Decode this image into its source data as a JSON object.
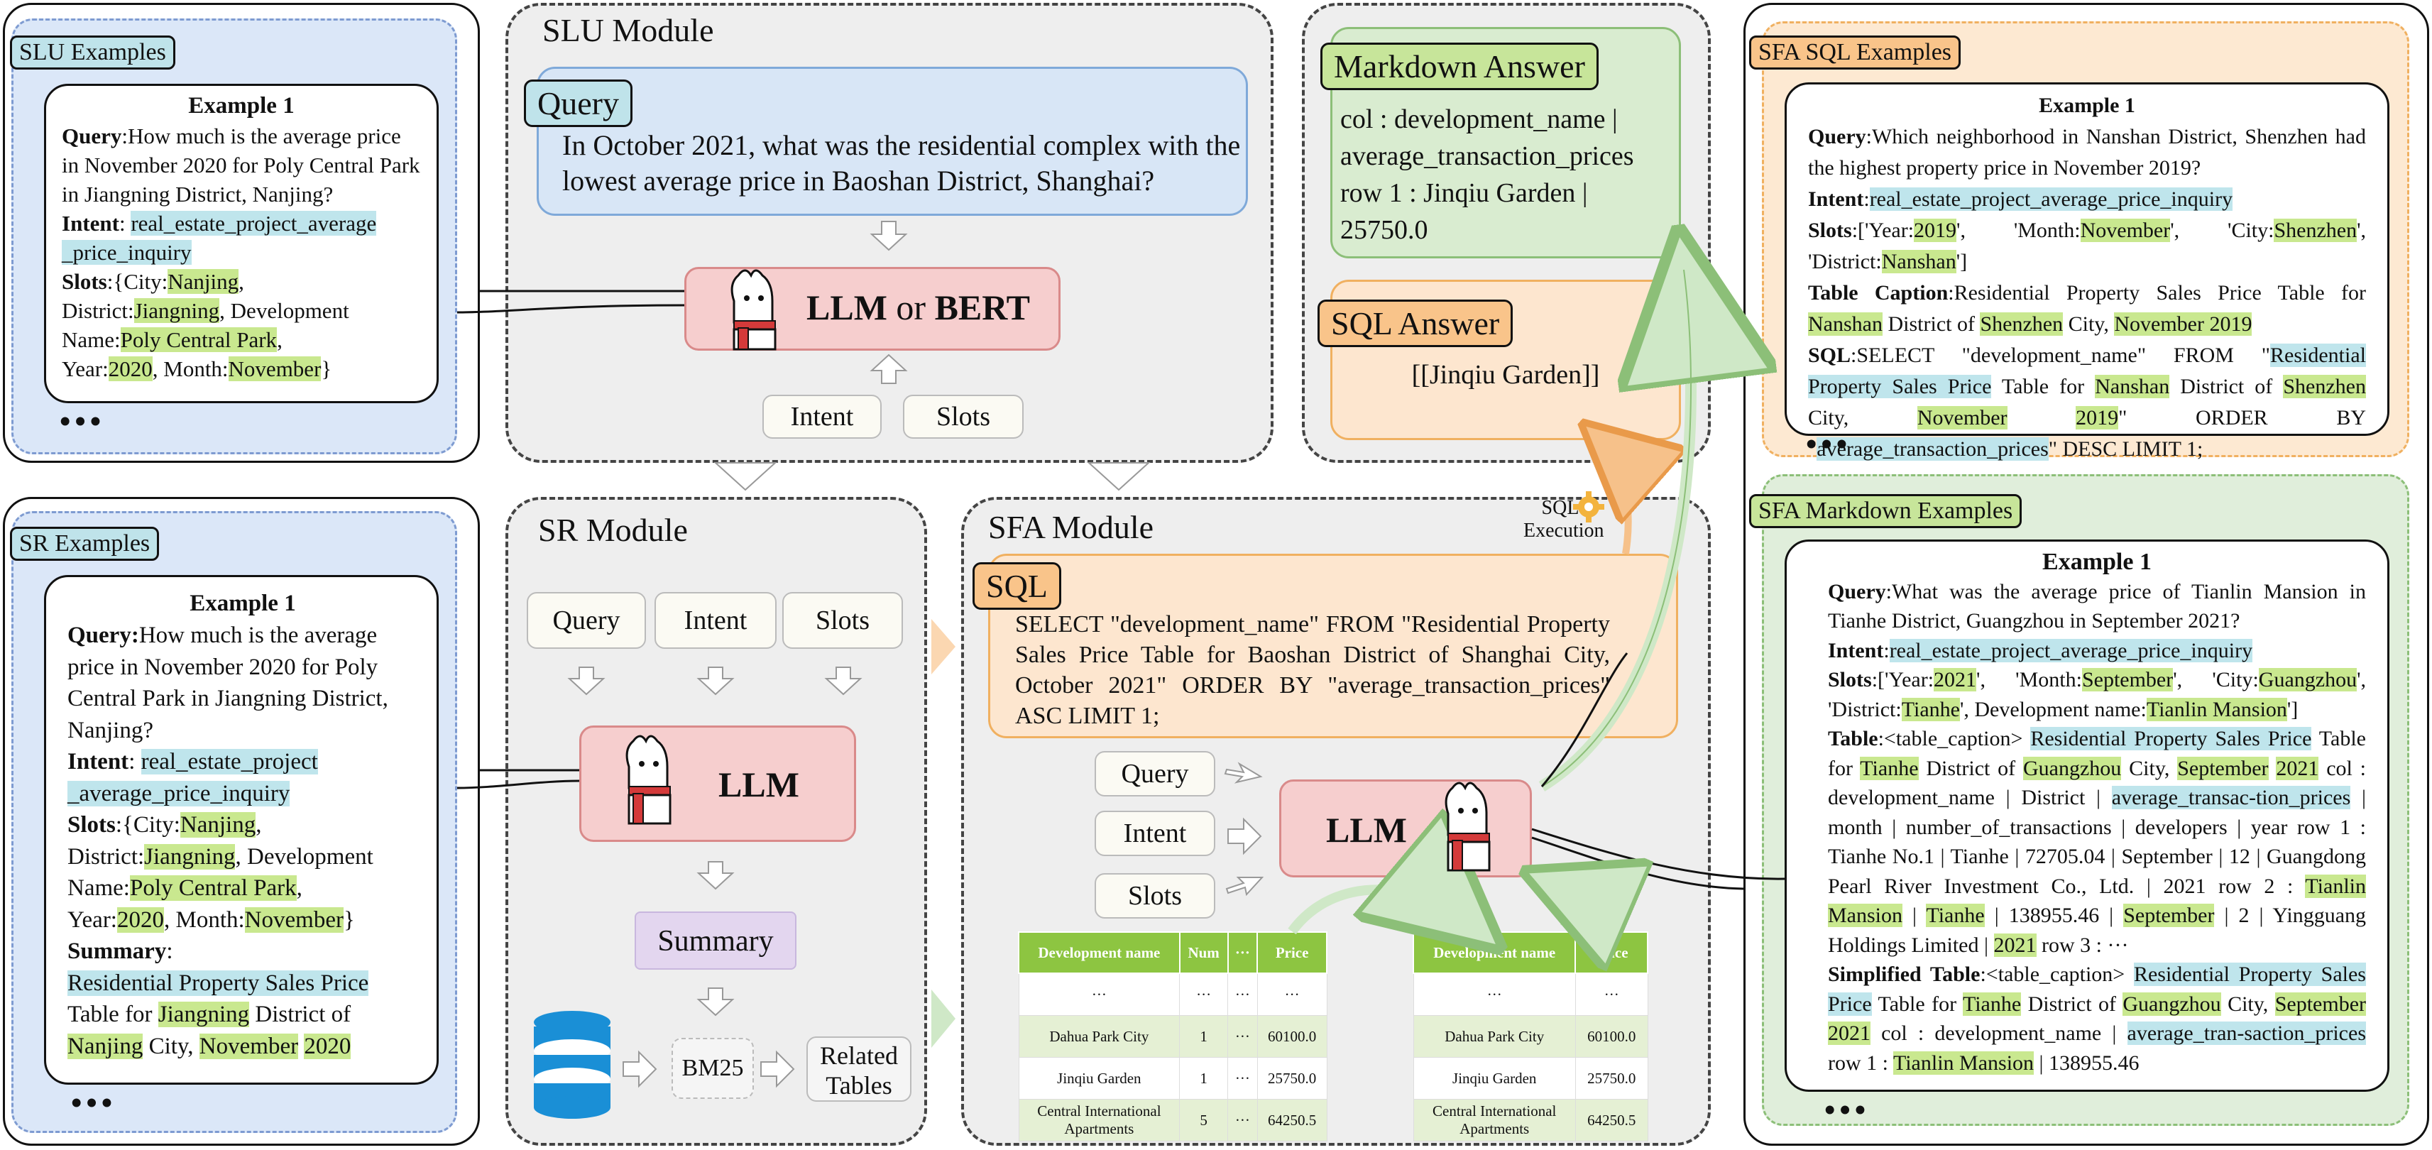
{
  "slu_examples": {
    "tag": "SLU Examples",
    "example_title": "Example 1",
    "query_label": "Query",
    "query_text": ":How much is the average price in November 2020 for Poly Central Park in Jiangning District, Nanjing?",
    "intent_label": "Intent",
    "intent_sep": ": ",
    "intent_value_1": "real_estate_project_average",
    "intent_value_2": "_price_inquiry",
    "slots_label": "Slots",
    "slots_open": ":{City:",
    "city": "Nanjing",
    "district_key": "District:",
    "district": "Jiangning",
    "dev_key": ", Development Name:",
    "dev": "Poly Central Park",
    "year_key": "Year:",
    "year": "2020",
    "month_key": ", Month:",
    "month": "November",
    "close": "}",
    "dots": "•••"
  },
  "sr_examples": {
    "tag": "SR Examples",
    "example_title": "Example 1",
    "query_label": "Query:",
    "query_text": "How much is the average price in November 2020 for Poly Central Park in Jiangning District, Nanjing?",
    "intent_label": "Intent",
    "intent_sep": ": ",
    "intent_value_1": "real_estate_project",
    "intent_value_2": "_average_price_inquiry",
    "slots_label": "Slots",
    "slots_open": ":{City:",
    "city": "Nanjing",
    "district_key": "District:",
    "district": "Jiangning",
    "dev_key": ", Development Name:",
    "dev": "Poly Central Park",
    "year_key": "Year:",
    "year": "2020",
    "month_key": ", Month:",
    "month": "November",
    "close": "}",
    "summary_label": "Summary",
    "summary_colon": ":",
    "summary_hl": "Residential Property Sales Price",
    "summary_t1": "Table for ",
    "summary_district": "Jiangning",
    "summary_t2": " District of",
    "summary_city": "Nanjing",
    "summary_t3": " City, ",
    "summary_month": "November",
    "summary_year": "2020",
    "dots": "•••"
  },
  "slu_module": {
    "title": "SLU Module",
    "query_tag": "Query",
    "query_text": "In October 2021, what was the residential complex with the lowest average price in Baoshan District, Shanghai?",
    "llm_part1": "LLM",
    "llm_or": " or ",
    "llm_part2": "BERT",
    "intent": "Intent",
    "slots": "Slots"
  },
  "sr_module": {
    "title": "SR Module",
    "query": "Query",
    "intent": "Intent",
    "slots": "Slots",
    "llm": "LLM",
    "summary": "Summary",
    "bm25": "BM25",
    "related_tables": "Related Tables"
  },
  "sfa_module": {
    "title": "SFA Module",
    "sql_tag": "SQL",
    "sql_text": "SELECT \"development_name\" FROM \"Residential Property Sales Price Table for Baoshan District of Shanghai City, October 2021\" ORDER BY \"average_transaction_prices\" ASC LIMIT 1;",
    "sql_execution": "SQL Execution",
    "query": "Query",
    "intent": "Intent",
    "slots": "Slots",
    "llm": "LLM",
    "table1": {
      "headers": [
        "Development name",
        "Num",
        "···",
        "Price"
      ],
      "rows": [
        [
          "···",
          "···",
          "···",
          "···"
        ],
        [
          "Dahua Park City",
          "1",
          "···",
          "60100.0"
        ],
        [
          "Jinqiu Garden",
          "1",
          "···",
          "25750.0"
        ],
        [
          "Central International Apartments",
          "5",
          "···",
          "64250.5"
        ]
      ]
    },
    "table2": {
      "headers": [
        "Development name",
        "Price"
      ],
      "rows": [
        [
          "···",
          "···"
        ],
        [
          "Dahua Park City",
          "60100.0"
        ],
        [
          "Jinqiu Garden",
          "25750.0"
        ],
        [
          "Central International Apartments",
          "64250.5"
        ]
      ]
    }
  },
  "answers": {
    "md_tag": "Markdown Answer",
    "md_text": "col : development_name | average_transaction_prices row 1 : Jinqiu Garden | 25750.0",
    "sql_tag": "SQL Answer",
    "sql_text": "[[Jinqiu Garden]]"
  },
  "sfa_sql_examples": {
    "tag": "SFA SQL Examples",
    "example_title": "Example 1",
    "query_label": "Query",
    "query_text": ":Which neighborhood in Nanshan District, Shenzhen had the highest property price in November 2019?",
    "intent_label": "Intent",
    "intent_colon": ":",
    "intent_value": "real_estate_project_average_price_inquiry",
    "slots_label": "Slots",
    "slots_1": ":['Year:",
    "year": "2019",
    "slots_2": "', 'Month:",
    "month": "November",
    "slots_3": "', 'City:",
    "city": "Shenzhen",
    "slots_4": "', 'District:",
    "district": "Nanshan",
    "slots_5": "']",
    "caption_label": "Table Caption",
    "caption_1": ":Residential Property Sales Price Table for ",
    "caption_district": "Nanshan",
    "caption_2": " District of ",
    "caption_city": "Shenzhen",
    "caption_3": " City, ",
    "caption_month_year": "November 2019",
    "sql_label": "SQL",
    "sql_1": ":SELECT \"development_name\" FROM \"",
    "sql_hl": "Residential Property Sales Price",
    "sql_2": " Table for ",
    "sql_district": "Nanshan",
    "sql_3": " District of ",
    "sql_city": "Shenzhen",
    "sql_4": " City, ",
    "sql_month": "November",
    "sql_5": " ",
    "sql_year": "2019",
    "sql_6": "\" ORDER BY \"",
    "sql_col": "average_transaction_prices",
    "sql_7": "\" DESC LIMIT 1;",
    "dots": "•••"
  },
  "sfa_md_examples": {
    "tag": "SFA Markdown Examples",
    "example_title": "Example 1",
    "query_label": "Query",
    "query_text": ":What was the average price of Tianlin Mansion in Tianhe District, Guangzhou in September 2021?",
    "intent_label": "Intent",
    "intent_colon": ":",
    "intent_value": "real_estate_project_average_price_inquiry",
    "slots_label": "Slots",
    "slots_1": ":['Year:",
    "year": "2021",
    "slots_2": "', 'Month:",
    "month": "September",
    "slots_3": "', 'City:",
    "city": "Guangzhou",
    "slots_4": "', 'District:",
    "district": "Tianhe",
    "slots_5": "', Development name:",
    "dev": "Tianlin Mansion",
    "slots_6": "']",
    "table_label": "Table",
    "table_1": ":<table_caption> ",
    "table_hl": "Residential Property Sales Price",
    "table_2": " Table for ",
    "table_district": "Tianhe",
    "table_3": " District of ",
    "table_city": "Guangzhou",
    "table_4": " City, ",
    "table_month": "September",
    "table_5": " ",
    "table_year": "2021",
    "table_6": " col : development_name | District | ",
    "table_col": "average_transac-tion_prices",
    "table_7": " | month | number_of_transactions | developers | year row 1 : Tianhe No.1 | Tianhe | 72705.04 | September | 12 | Guangdong Pearl River Investment Co., Ltd. | 2021 row 2 : ",
    "table_dev": "Tianlin Mansion",
    "table_8": " | ",
    "table_district2": "Tianhe",
    "table_9": " | 138955.46 | ",
    "table_month2": "September",
    "table_10": " | 2 | Yingguang Holdings Limited | ",
    "table_year2": "2021",
    "table_11": " row 3 : ···",
    "simp_label": "Simplified Table",
    "simp_1": ":<table_caption> ",
    "simp_hl": "Residential Property Sales Price",
    "simp_2": " Table for ",
    "simp_district": "Tianhe",
    "simp_3": " District of ",
    "simp_city": "Guangzhou",
    "simp_4": " City, ",
    "simp_month_year": "September 2021",
    "simp_5": " col : development_name | ",
    "simp_col": "average_tran-saction_prices",
    "simp_6": " row 1 : ",
    "simp_dev": "Tianlin Mansion",
    "simp_7": " | 138955.46",
    "dots": "•••"
  }
}
